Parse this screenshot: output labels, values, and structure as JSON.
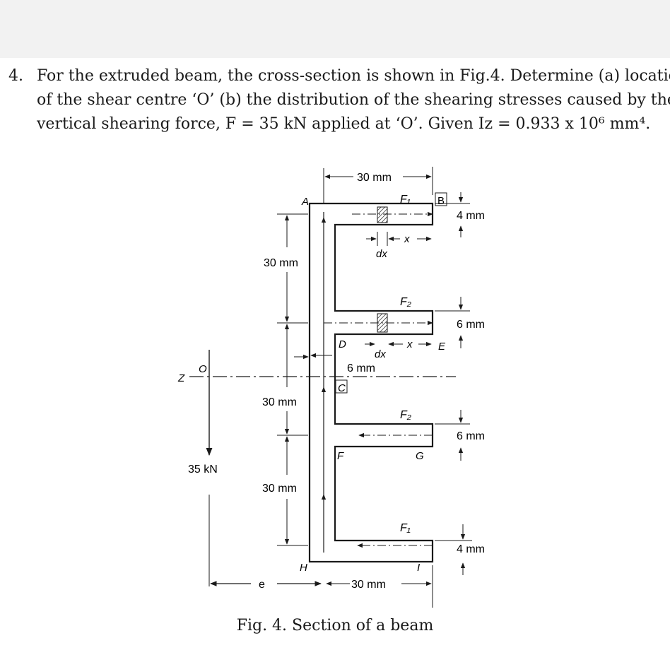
{
  "problem": {
    "number": "4.",
    "lines": [
      "For the extruded beam, the cross-section is shown in Fig.4. Determine (a) location",
      "of the shear centre ‘O’ (b) the distribution of the shearing stresses caused by the",
      "vertical shearing force, F = 35 kN applied at ‘O’. Given Iz = 0.933 x 10⁶ mm⁴."
    ]
  },
  "figure": {
    "caption": "Fig. 4. Section of a beam",
    "labels": {
      "dim_top_width": "30 mm",
      "dim_bottom_width": "30 mm",
      "dim_web_upper": "30 mm",
      "dim_web_middle": "30 mm",
      "dim_web_lower": "30 mm",
      "dim_top_flange": "4 mm",
      "dim_upper_mid_flange": "6 mm",
      "dim_lower_mid_flange": "6 mm",
      "dim_bottom_flange": "4 mm",
      "dim_web": "6 mm",
      "point_a": "A",
      "point_b": "B",
      "point_c": "C",
      "point_d": "D",
      "point_e": "E",
      "point_f": "F",
      "point_g": "G",
      "point_h": "H",
      "point_i": "I",
      "point_o": "O",
      "axis_z": "Z",
      "force_f1_top": "F₁",
      "force_f2_upper": "F₂",
      "force_f2_lower": "F₂",
      "force_f1_bottom": "F₁",
      "dx_upper": "dx",
      "dx_lower": "dx",
      "x_upper": "x",
      "x_lower": "x",
      "load": "35 kN",
      "offset_e": "e"
    }
  }
}
